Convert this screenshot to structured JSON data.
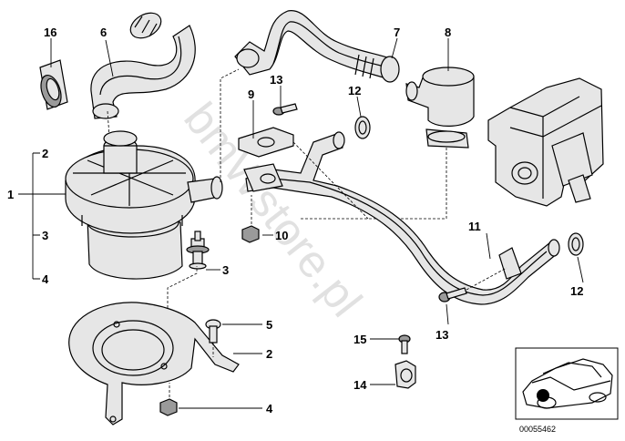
{
  "watermark": "bmWstore.pl",
  "reference_number": "00055462",
  "callouts": {
    "c1": "1",
    "c2a": "2",
    "c3a": "3",
    "c4a": "4",
    "c16": "16",
    "c6": "6",
    "c7": "7",
    "c8": "8",
    "c13a": "13",
    "c9": "9",
    "c12a": "12",
    "c10": "10",
    "c3b": "3",
    "c11": "11",
    "c12b": "12",
    "c13b": "13",
    "c5": "5",
    "c2b": "2",
    "c15": "15",
    "c14": "14",
    "c4b": "4"
  }
}
